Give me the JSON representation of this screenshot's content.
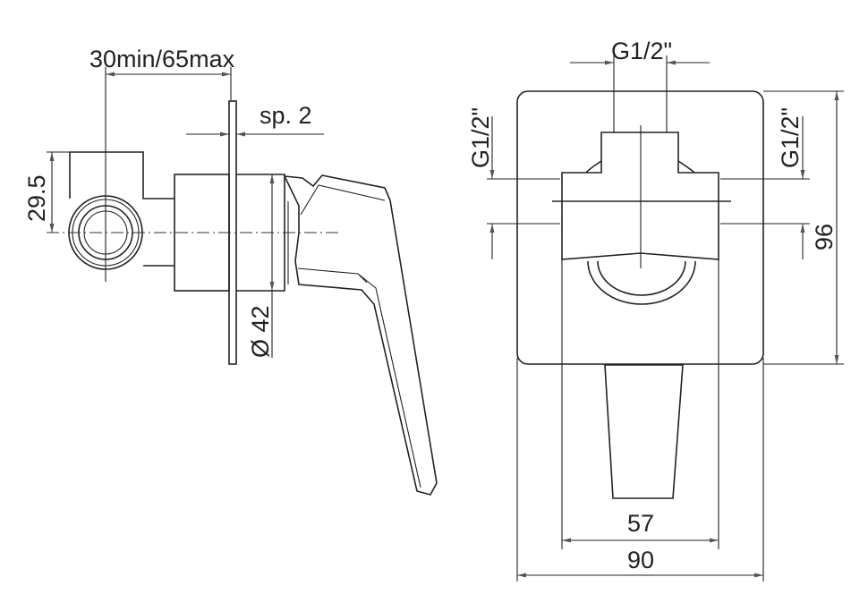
{
  "title": "Concealed single-lever shower mixer – dimensional drawing",
  "side_view": {
    "depth_label": "30min/65max",
    "plate_thickness_label": "sp. 2",
    "outlet_offset_label": "29.5",
    "body_diameter_label": "Ø 42"
  },
  "front_view": {
    "top_connection_label": "G1/2\"",
    "left_connection_label": "G1/2\"",
    "right_connection_label": "G1/2\"",
    "plate_height_label": "96",
    "body_width_label": "57",
    "plate_width_label": "90"
  },
  "colors": {
    "line": "#222222",
    "background": "#ffffff"
  }
}
